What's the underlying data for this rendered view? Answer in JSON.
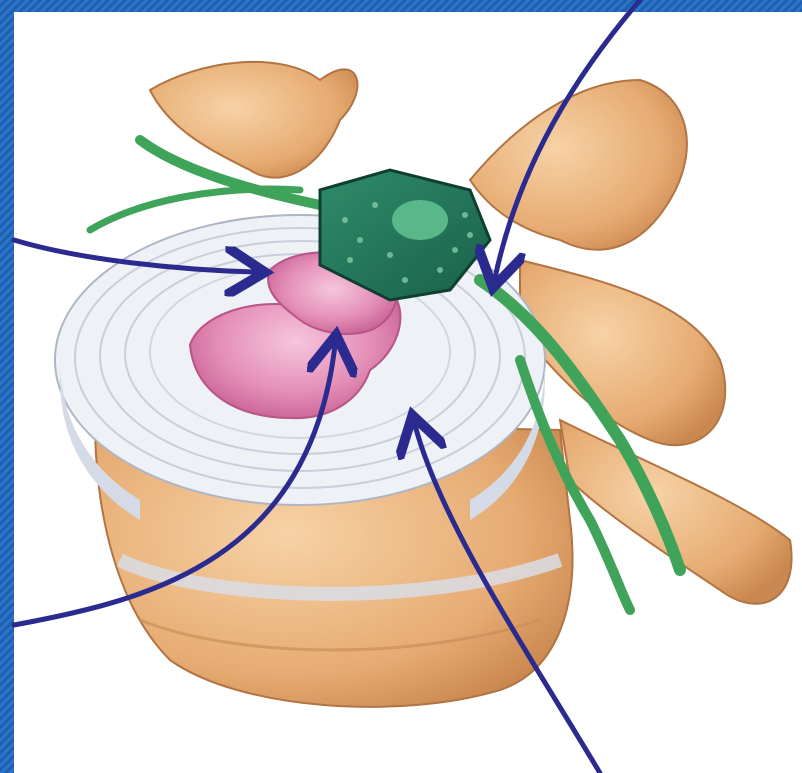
{
  "figure": {
    "subject": "herniated-intervertebral-disc",
    "background_frame_color": "#1f5fae",
    "bone_color": "#e8b47c",
    "nerve_color": "#3fa35a",
    "spinal_cord_color": "#2a7a5c",
    "nucleus_color": "#d97aa6",
    "disc_ring_color": "#f2f4f7",
    "pointer_arrow_color": "#2b2a8f"
  },
  "pointers": [
    {
      "target": "herniated-bulge",
      "label": ""
    },
    {
      "target": "nerve-root-compression",
      "label": ""
    },
    {
      "target": "nucleus-pulposus",
      "label": ""
    },
    {
      "target": "annulus-fibrosus",
      "label": ""
    }
  ]
}
